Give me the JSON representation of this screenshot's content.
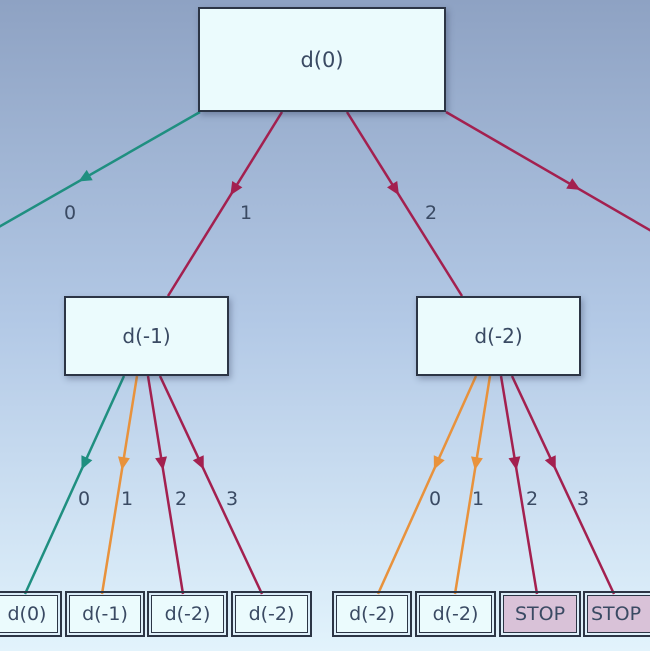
{
  "root": {
    "label": "d(0)"
  },
  "level1": [
    {
      "label": "d(-1)"
    },
    {
      "label": "d(-2)"
    }
  ],
  "root_edges": [
    "0",
    "1",
    "2"
  ],
  "left_edges": [
    "0",
    "1",
    "2",
    "3"
  ],
  "right_edges": [
    "0",
    "1",
    "2",
    "3"
  ],
  "leaves": [
    "d(0)",
    "d(-1)",
    "d(-2)",
    "d(-2)",
    "d(-2)",
    "d(-2)",
    "STOP",
    "STOP"
  ],
  "colors": {
    "teal": "#1f8f80",
    "crimson": "#a3204f",
    "orange": "#e8923c"
  }
}
